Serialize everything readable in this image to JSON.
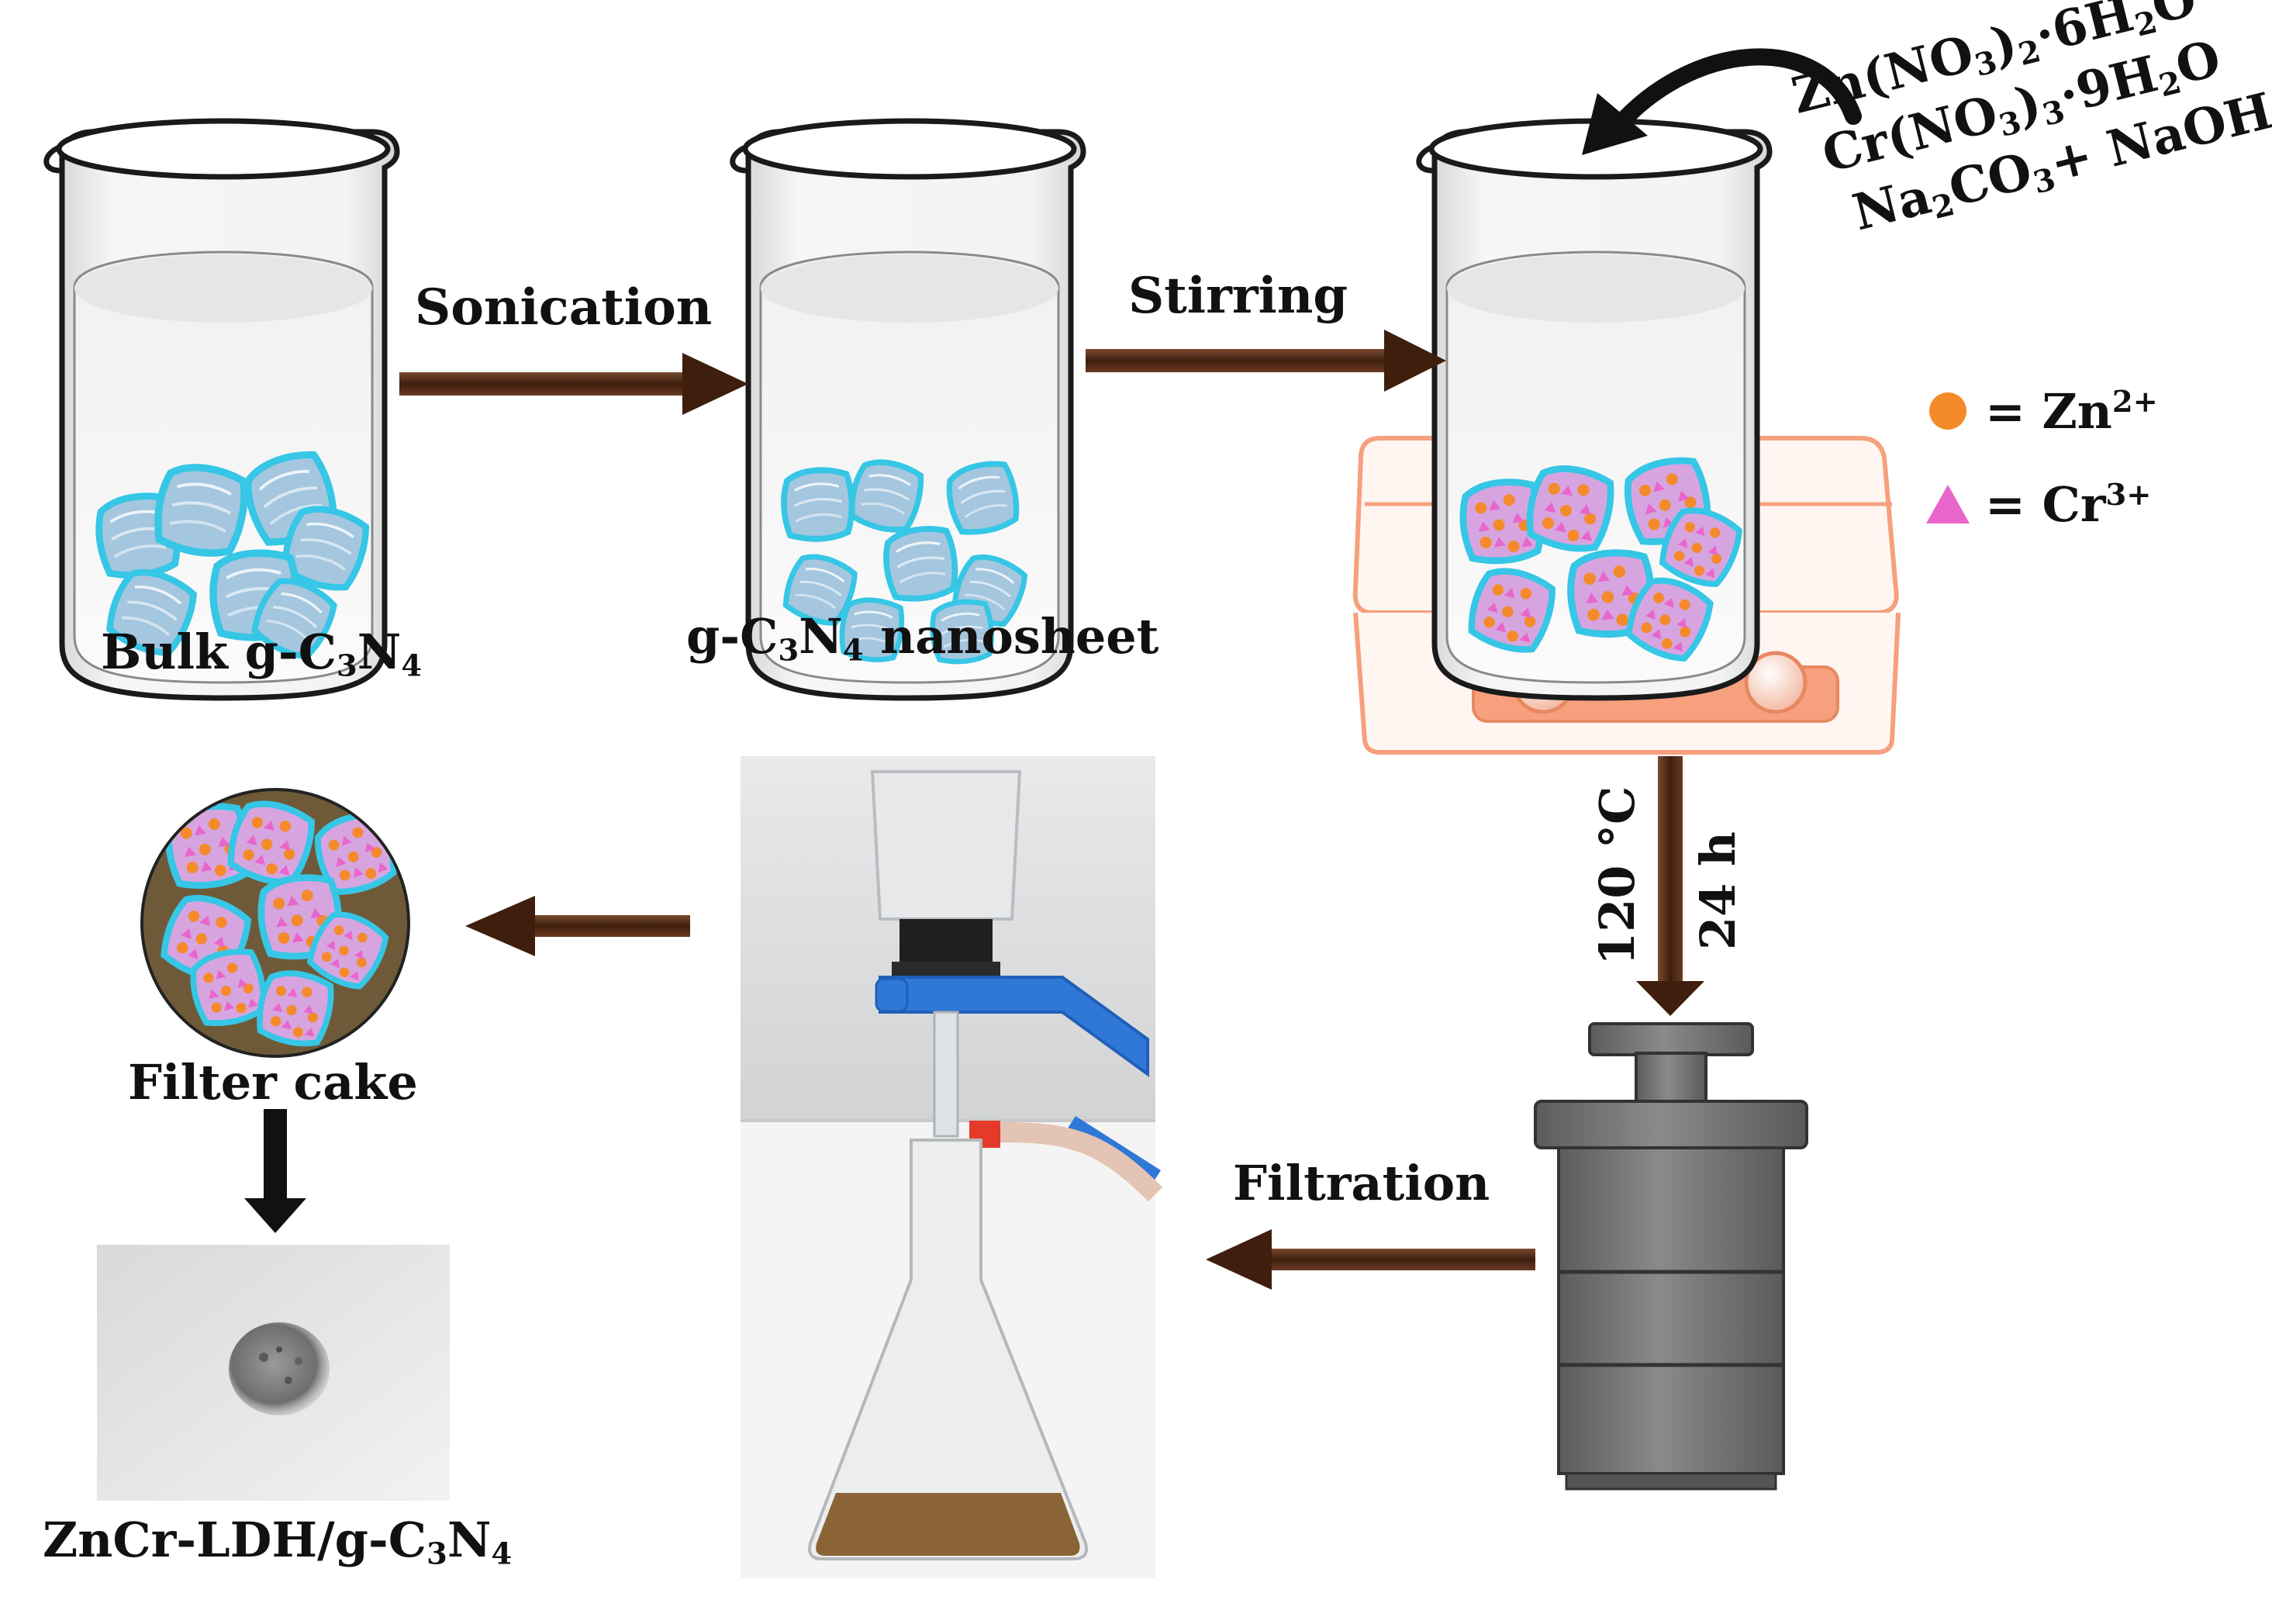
{
  "colors": {
    "arrow": "#4a2412",
    "sheet_blue": "#9fc4dd",
    "sheet_edge": "#38c8e8",
    "zn_dot": "#f58a2a",
    "cr_triangle": "#e866cc",
    "hotplate": "#f6a07e",
    "autoclave": "#6f6f6f",
    "filter_cake_bg": "#6e5a38"
  },
  "labels": {
    "bulk": {
      "pre": "Bulk g-C",
      "s1": "3",
      "mid": "N",
      "s2": "4"
    },
    "nanosheet": {
      "pre": "g-C",
      "s1": "3",
      "mid": "N",
      "s2": "4",
      "post": " nanosheet"
    },
    "sonication": "Sonication",
    "stirring": "Stirring",
    "filtration": "Filtration",
    "temperature": "120 °C",
    "time": "24 h",
    "filter_cake": "Filter cake",
    "product": {
      "pre": "ZnCr-LDH/g-C",
      "s1": "3",
      "mid": "N",
      "s2": "4"
    }
  },
  "reagents": {
    "line1": {
      "a": "Zn(NO",
      "s1": "3",
      "b": ")",
      "s2": "2",
      "c": "·6H",
      "s3": "2",
      "d": "O"
    },
    "line2": {
      "a": "Cr(NO",
      "s1": "3",
      "b": ")",
      "s2": "3",
      "c": "·9H",
      "s3": "2",
      "d": "O"
    },
    "line3": {
      "a": "Na",
      "s1": "2",
      "b": "CO",
      "s2": "3",
      "c": "+ NaOH"
    }
  },
  "legend": [
    {
      "symbol": "circle",
      "text": "= Zn",
      "charge": "2+"
    },
    {
      "symbol": "triangle",
      "text": "= Cr",
      "charge": "3+"
    }
  ]
}
